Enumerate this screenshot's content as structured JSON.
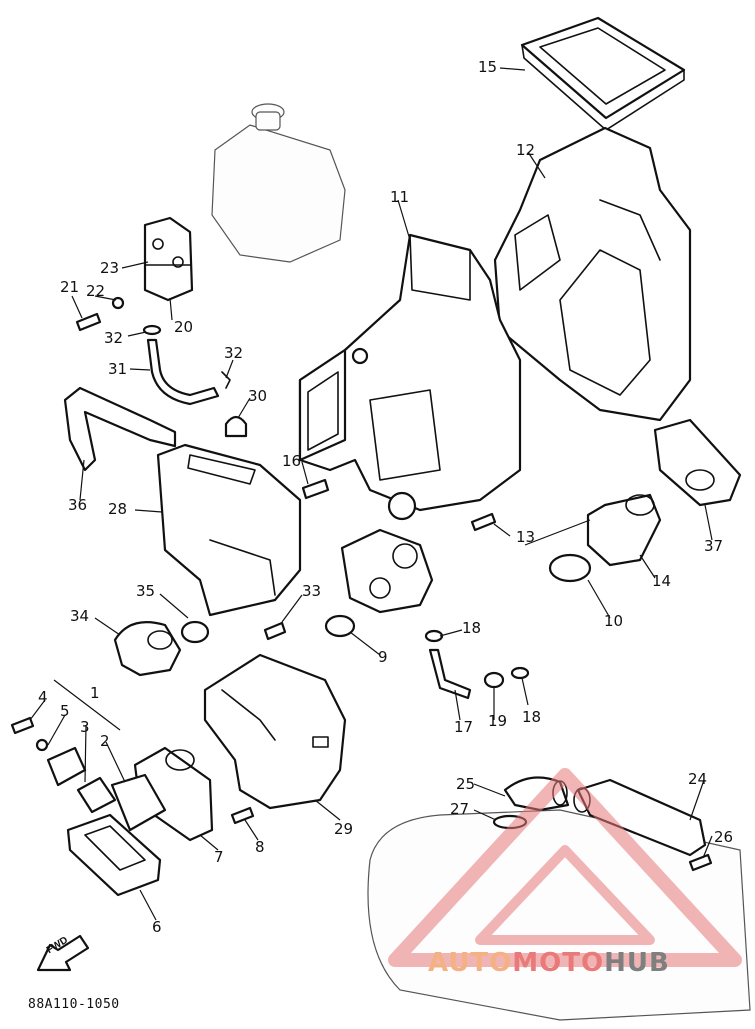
{
  "callouts": [
    {
      "id": "c15",
      "text": "15"
    },
    {
      "id": "c12",
      "text": "12"
    },
    {
      "id": "c11",
      "text": "11"
    },
    {
      "id": "c23",
      "text": "23"
    },
    {
      "id": "c21",
      "text": "21"
    },
    {
      "id": "c22",
      "text": "22"
    },
    {
      "id": "c20",
      "text": "20"
    },
    {
      "id": "c32a",
      "text": "32"
    },
    {
      "id": "c31",
      "text": "31"
    },
    {
      "id": "c32b",
      "text": "32"
    },
    {
      "id": "c30",
      "text": "30"
    },
    {
      "id": "c16",
      "text": "16"
    },
    {
      "id": "c36",
      "text": "36"
    },
    {
      "id": "c28",
      "text": "28"
    },
    {
      "id": "c13",
      "text": "13"
    },
    {
      "id": "c37",
      "text": "37"
    },
    {
      "id": "c14",
      "text": "14"
    },
    {
      "id": "c10",
      "text": "10"
    },
    {
      "id": "c35",
      "text": "35"
    },
    {
      "id": "c33",
      "text": "33"
    },
    {
      "id": "c34",
      "text": "34"
    },
    {
      "id": "c9",
      "text": "9"
    },
    {
      "id": "c18a",
      "text": "18"
    },
    {
      "id": "c4",
      "text": "4"
    },
    {
      "id": "c1",
      "text": "1"
    },
    {
      "id": "c5",
      "text": "5"
    },
    {
      "id": "c3",
      "text": "3"
    },
    {
      "id": "c2",
      "text": "2"
    },
    {
      "id": "c19",
      "text": "19"
    },
    {
      "id": "c18b",
      "text": "18"
    },
    {
      "id": "c17",
      "text": "17"
    },
    {
      "id": "c25",
      "text": "25"
    },
    {
      "id": "c24",
      "text": "24"
    },
    {
      "id": "c27",
      "text": "27"
    },
    {
      "id": "c26",
      "text": "26"
    },
    {
      "id": "c29",
      "text": "29"
    },
    {
      "id": "c8",
      "text": "8"
    },
    {
      "id": "c7",
      "text": "7"
    },
    {
      "id": "c6",
      "text": "6"
    }
  ],
  "fwd_arrow_label": "FWD",
  "diagram_code": "88A110-1050",
  "watermark": {
    "part1": "AUTO",
    "part2": "MOTO",
    "part3": "HUB"
  },
  "colors": {
    "line": "#111111",
    "watermark_red": "#e87a7a",
    "watermark_orange": "#f4b183",
    "watermark_gray": "#7f7f7f"
  }
}
